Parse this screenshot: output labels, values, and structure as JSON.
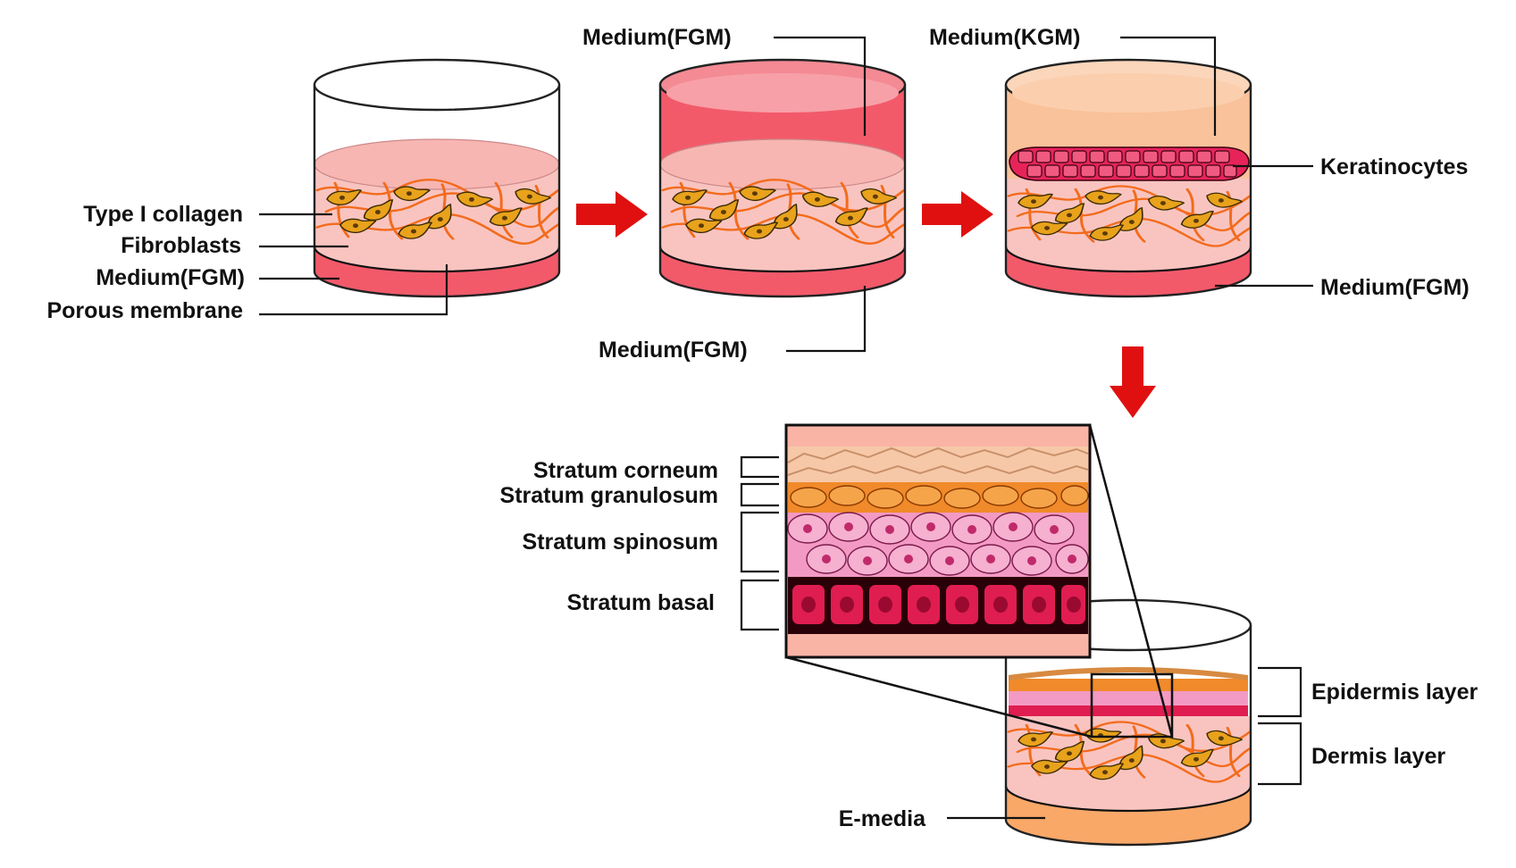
{
  "labels": {
    "type_i_collagen": "Type I collagen",
    "fibroblasts": "Fibroblasts",
    "medium_fgm_1": "Medium(FGM)",
    "porous_membrane": "Porous membrane",
    "medium_fgm_top": "Medium(FGM)",
    "medium_fgm_bottom": "Medium(FGM)",
    "medium_kgm": "Medium(KGM)",
    "keratinocytes": "Keratinocytes",
    "medium_fgm_3": "Medium(FGM)",
    "stratum_corneum": "Stratum corneum",
    "stratum_granulosum": "Stratum granulosum",
    "stratum_spinosum": "Stratum spinosum",
    "stratum_basal": "Stratum basal",
    "epidermis_layer": "Epidermis layer",
    "dermis_layer": "Dermis layer",
    "e_media": "E-media"
  },
  "colors": {
    "medium_fgm": "#f25a6a",
    "medium_kgm": "#f9c29a",
    "collagen_gel": "#f9c4c0",
    "collagen_fiber": "#f36b1c",
    "fibroblast": "#e8a21c",
    "keratinocyte": "#e6245a",
    "stratum_corneum": "#f7c8a8",
    "stratum_granulosum": "#f08a2a",
    "stratum_spinosum": "#f39ac4",
    "stratum_basal": "#e01d50",
    "e_media": "#f9a868",
    "arrow": "#e01010"
  }
}
